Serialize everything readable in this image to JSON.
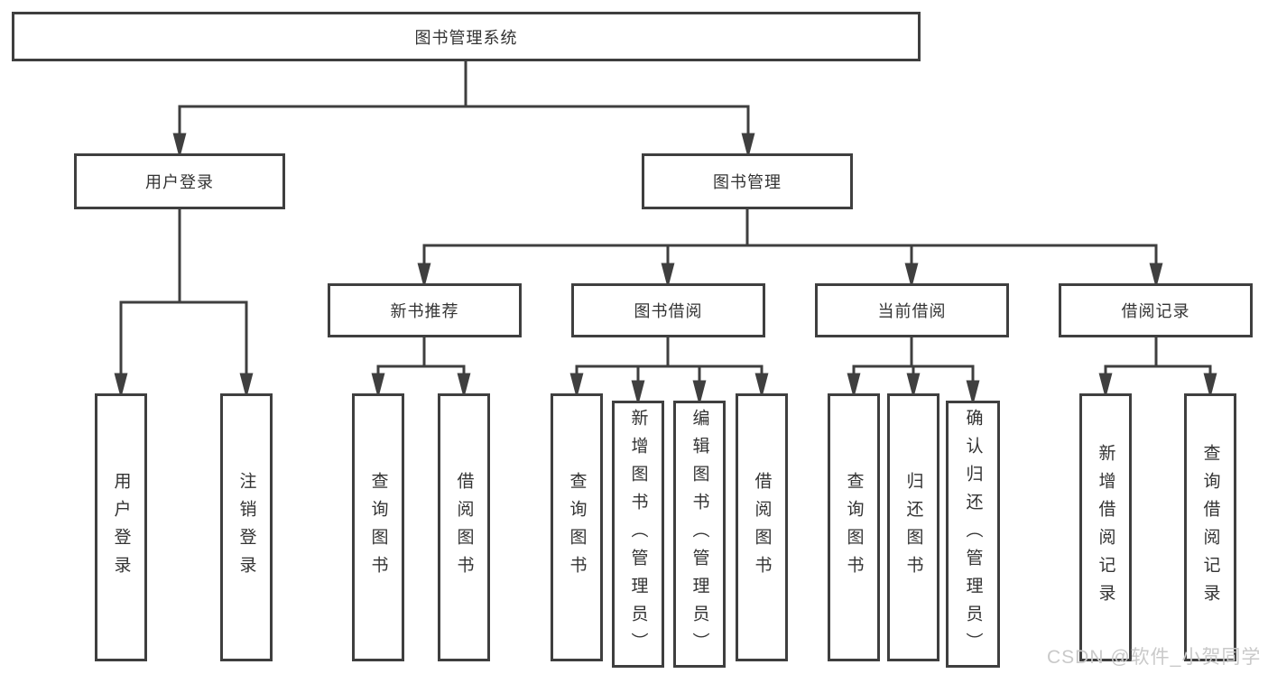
{
  "diagram": {
    "root": {
      "label": "图书管理系统"
    },
    "level2": [
      {
        "label": "用户登录"
      },
      {
        "label": "图书管理"
      }
    ],
    "level3": [
      {
        "label": "新书推荐"
      },
      {
        "label": "图书借阅"
      },
      {
        "label": "当前借阅"
      },
      {
        "label": "借阅记录"
      }
    ],
    "leaves": {
      "login": [
        "用户登录",
        "注销登录"
      ],
      "newbook": [
        "查询图书",
        "借阅图书"
      ],
      "borrow": [
        "查询图书",
        "新增图书（管理员）",
        "编辑图书（管理员）",
        "借阅图书"
      ],
      "current": [
        "查询图书",
        "归还图书",
        "确认归还（管理员）"
      ],
      "records": [
        "新增借阅记录",
        "查询借阅记录"
      ]
    }
  },
  "watermark": "CSDN @软件_小贺同学",
  "colors": {
    "line": "#3f3f3f",
    "text": "#333333",
    "watermark": "#c9c9c9",
    "background": "#ffffff"
  }
}
